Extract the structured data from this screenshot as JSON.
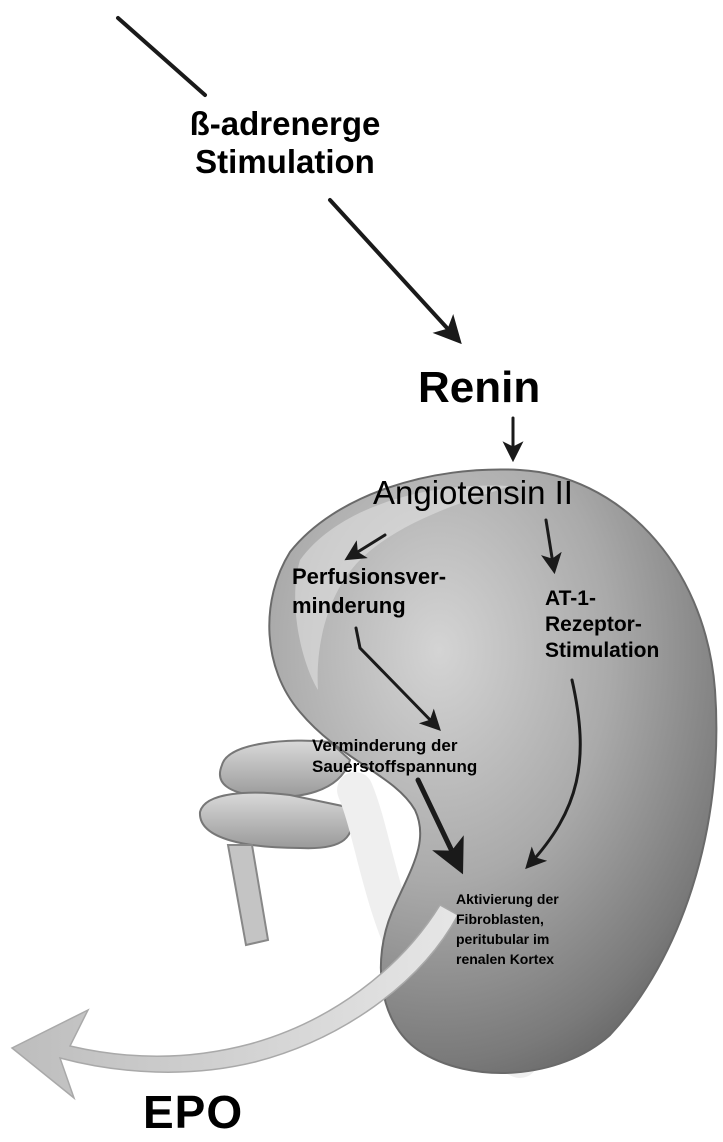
{
  "diagram": {
    "stimulus": "ß-adrenerge\nStimulation",
    "renin": "Renin",
    "angiotensin": "Angiotensin II",
    "perfusion": "Perfusionsver-\nminderung",
    "at1_receptor": "AT-1-\nRezeptor-\nStimulation",
    "oxygen_tension": "Verminderung der\nSauerstoffspannung",
    "fibroblast_activation": "Aktivierung der\nFibroblasten,\nperitubular im\nrenalen Kortex",
    "epo": "EPO"
  },
  "colors": {
    "kidney_light": "#c8c8c8",
    "kidney_dark": "#5e5e5e",
    "arrow": "#1a1a1a",
    "epo_arrow": "#d2d2d2"
  }
}
